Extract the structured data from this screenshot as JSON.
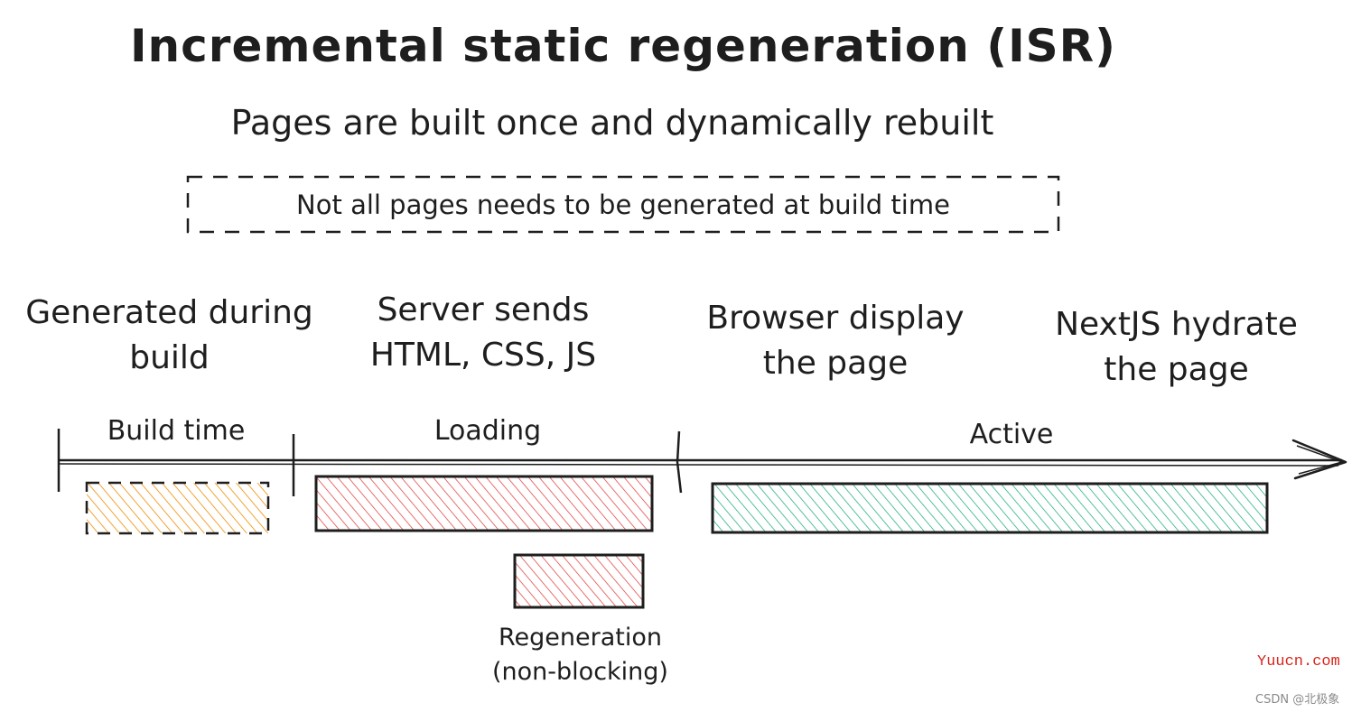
{
  "title": "Incremental static regeneration (ISR)",
  "subtitle": "Pages are built once and dynamically rebuilt",
  "note": "Not all pages needs to be generated at build time",
  "phases": [
    {
      "line1": "Generated during",
      "line2": "build"
    },
    {
      "line1": "Server sends",
      "line2": "HTML, CSS, JS"
    },
    {
      "line1": "Browser display",
      "line2": "the page"
    },
    {
      "line1": "NextJS hydrate",
      "line2": "the page"
    }
  ],
  "segments": {
    "build": "Build time",
    "loading": "Loading",
    "active": "Active"
  },
  "regeneration": {
    "line1": "Regeneration",
    "line2": "(non-blocking)"
  },
  "colors": {
    "build": "#f08c00",
    "loading": "#e03131",
    "active": "#0ca678",
    "stroke": "#1e1e1e"
  },
  "watermark": {
    "site": "Yuucn.com",
    "credit": "CSDN @北极象"
  }
}
